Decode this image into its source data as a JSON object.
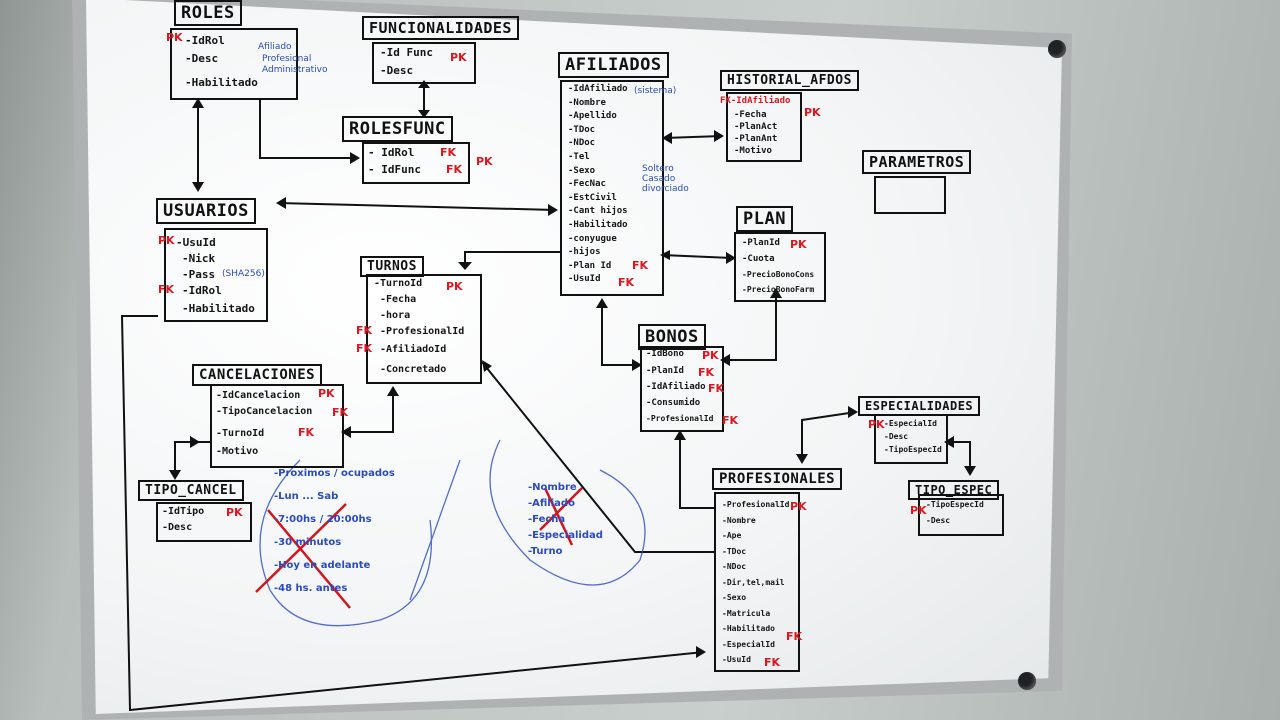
{
  "entities": {
    "roles": {
      "title": "ROLES",
      "fields": [
        "-IdRol",
        "-Desc",
        "-Habilitado"
      ],
      "keys": [
        "PK"
      ]
    },
    "funcionalidades": {
      "title": "FUNCIONALIDADES",
      "fields": [
        "-Id Func",
        "-Desc"
      ],
      "keys": [
        "PK"
      ]
    },
    "rolesfunc": {
      "title": "ROLESFUNC",
      "fields": [
        "- IdRol",
        "- IdFunc"
      ],
      "keys": [
        "FK",
        "FK",
        "PK"
      ]
    },
    "afiliados": {
      "title": "AFILIADOS",
      "fields": [
        "-IdAfiliado",
        "-Nombre",
        "-Apellido",
        "-TDoc",
        "-NDoc",
        "-Tel",
        "-Sexo",
        "-FecNac",
        "-EstCivil",
        "-Cant hijos",
        "-Habilitado",
        "-conyugue",
        "-hijos",
        "-Plan Id",
        "-UsuId"
      ],
      "keys": [
        "FK",
        "FK"
      ]
    },
    "historial_afdos": {
      "title": "HISTORIAL_AFDOS",
      "fields": [
        "FK-IdAfiliado",
        "-Fecha",
        "-PlanAct",
        "-PlanAnt",
        "-Motivo"
      ],
      "keys": [
        "PK"
      ]
    },
    "parametros": {
      "title": "PARAMETROS",
      "fields": []
    },
    "usuarios": {
      "title": "USUARIOS",
      "fields": [
        "-UsuId",
        "-Nick",
        "-Pass",
        "-IdRol",
        "-Habilitado"
      ],
      "keys": [
        "PK",
        "FK"
      ]
    },
    "turnos": {
      "title": "TURNOS",
      "fields": [
        "-TurnoId",
        "-Fecha",
        "-hora",
        "-ProfesionalId",
        "-AfiliadoId",
        "-Concretado"
      ],
      "keys": [
        "PK",
        "FK",
        "FK"
      ]
    },
    "plan": {
      "title": "PLAN",
      "fields": [
        "-PlanId",
        "-Cuota",
        "-PrecioBonoCons",
        "-PrecioBonoFarm"
      ],
      "keys": [
        "PK"
      ]
    },
    "bonos": {
      "title": "BONOS",
      "fields": [
        "-IdBono",
        "-PlanId",
        "-IdAfiliado",
        "-Consumido",
        "-ProfesionalId"
      ],
      "keys": [
        "PK",
        "FK",
        "FK",
        "FK"
      ]
    },
    "cancelaciones": {
      "title": "CANCELACIONES",
      "fields": [
        "-IdCancelacion",
        "-TipoCancelacion",
        "-TurnoId",
        "-Motivo"
      ],
      "keys": [
        "PK",
        "FK",
        "FK"
      ]
    },
    "tipo_cancel": {
      "title": "TIPO_CANCEL",
      "fields": [
        "-IdTipo",
        "-Desc"
      ],
      "keys": [
        "PK"
      ]
    },
    "especialidades": {
      "title": "ESPECIALIDADES",
      "fields": [
        "-EspecialId",
        "-Desc",
        "-TipoEspecId"
      ],
      "keys": [
        "PK"
      ]
    },
    "tipo_espec": {
      "title": "TIPO_ESPEC",
      "fields": [
        "-TipoEspecId",
        "-Desc"
      ],
      "keys": [
        "PK"
      ]
    },
    "profesionales": {
      "title": "PROFESIONALES",
      "fields": [
        "-ProfesionalId",
        "-Nombre",
        "-Ape",
        "-TDoc",
        "-NDoc",
        "-Dir,tel,mail",
        "-Sexo",
        "-Matricula",
        "-Habilitado",
        "-EspecialId",
        "-UsuId"
      ],
      "keys": [
        "PK",
        "FK",
        "FK"
      ]
    }
  },
  "notes": {
    "roles_desc": [
      "Afiliado",
      "Profesional",
      "Administrativo"
    ],
    "afiliados_id": "(sistema)",
    "estcivil": [
      "Soltero",
      "Casado",
      "divorciado"
    ],
    "pass": "(SHA256)"
  },
  "crossed_list": [
    "-Proximos / ocupados",
    "-Lun ... Sab",
    "-7:00hs / 20:00hs",
    "-30 minutos",
    "-Hoy en adelante",
    "-48 hs. antes"
  ],
  "crossed_small": [
    "-Nombre",
    "-Afiliado",
    "-Fecha",
    "-Especialidad",
    "-Turno"
  ],
  "colors": {
    "pk": "#e0161f",
    "marker": "#111111",
    "note": "#2a4bbf"
  }
}
